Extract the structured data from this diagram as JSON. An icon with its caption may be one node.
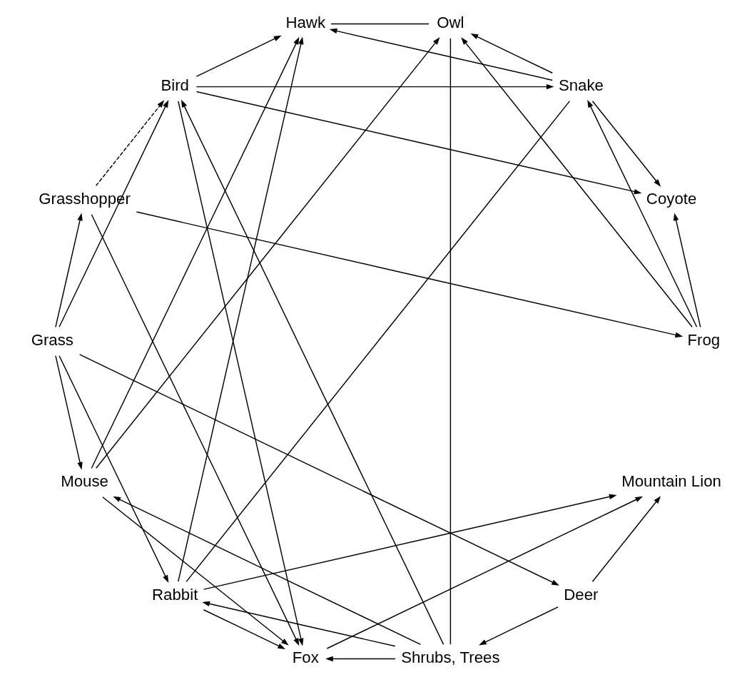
{
  "diagram": {
    "nodes": [
      {
        "text": [
          "Mountain Lion"
        ]
      },
      {
        "text": [
          "Deer"
        ]
      },
      {
        "text": [
          "Fox"
        ]
      },
      {
        "text": [
          "Shrubs, Trees"
        ]
      },
      {
        "text": [
          "Grasshopper"
        ]
      },
      {
        "text": [
          "Owl"
        ]
      },
      {
        "text": [
          "Bird"
        ]
      },
      {
        "text": [
          "Frog"
        ]
      },
      {
        "text": [
          "Hawk"
        ]
      },
      {
        "text": [
          "Coyote"
        ]
      },
      {
        "text": [
          "Mouse"
        ]
      },
      {
        "text": [
          "Snake"
        ]
      },
      {
        "text": [
          "Grass"
        ]
      },
      {
        "text": [
          "Rabbit"
        ]
      }
    ],
    "edges": [
      {
        "from": 1,
        "to": 0,
        "arrow": "to"
      },
      {
        "from": 2,
        "to": 0,
        "arrow": "to"
      },
      {
        "from": 13,
        "to": 0,
        "arrow": "to"
      },
      {
        "from": 1,
        "to": 3,
        "arrow": "to"
      },
      {
        "from": 12,
        "to": 1,
        "arrow": "to"
      },
      {
        "from": 3,
        "to": 2,
        "arrow": "to"
      },
      {
        "from": 13,
        "to": 2,
        "arrow": "to"
      },
      {
        "from": 10,
        "to": 2,
        "arrow": "to"
      },
      {
        "from": 6,
        "to": 2,
        "arrow": "to"
      },
      {
        "from": 4,
        "to": 2,
        "arrow": "to"
      },
      {
        "from": 3,
        "to": 5,
        "arrow": "none"
      },
      {
        "from": 3,
        "to": 6,
        "arrow": "to"
      },
      {
        "from": 3,
        "to": 10,
        "arrow": "to"
      },
      {
        "from": 3,
        "to": 13,
        "arrow": "to"
      },
      {
        "from": 4,
        "to": 6,
        "arrow": "to",
        "style": "dashed"
      },
      {
        "from": 4,
        "to": 7,
        "arrow": "to"
      },
      {
        "from": 12,
        "to": 4,
        "arrow": "to"
      },
      {
        "from": 5,
        "to": 8,
        "arrow": "none"
      },
      {
        "from": 10,
        "to": 5,
        "arrow": "to"
      },
      {
        "from": 11,
        "to": 5,
        "arrow": "to"
      },
      {
        "from": 7,
        "to": 5,
        "arrow": "to"
      },
      {
        "from": 6,
        "to": 8,
        "arrow": "to"
      },
      {
        "from": 6,
        "to": 9,
        "arrow": "to"
      },
      {
        "from": 6,
        "to": 11,
        "arrow": "to"
      },
      {
        "from": 12,
        "to": 6,
        "arrow": "to"
      },
      {
        "from": 7,
        "to": 9,
        "arrow": "to"
      },
      {
        "from": 7,
        "to": 11,
        "arrow": "to"
      },
      {
        "from": 11,
        "to": 8,
        "arrow": "to"
      },
      {
        "from": 13,
        "to": 8,
        "arrow": "to"
      },
      {
        "from": 10,
        "to": 8,
        "arrow": "to"
      },
      {
        "from": 11,
        "to": 9,
        "arrow": "to"
      },
      {
        "from": 11,
        "to": 13,
        "arrow": "none"
      },
      {
        "from": 12,
        "to": 13,
        "arrow": "to"
      },
      {
        "from": 12,
        "to": 10,
        "arrow": "to"
      }
    ]
  }
}
